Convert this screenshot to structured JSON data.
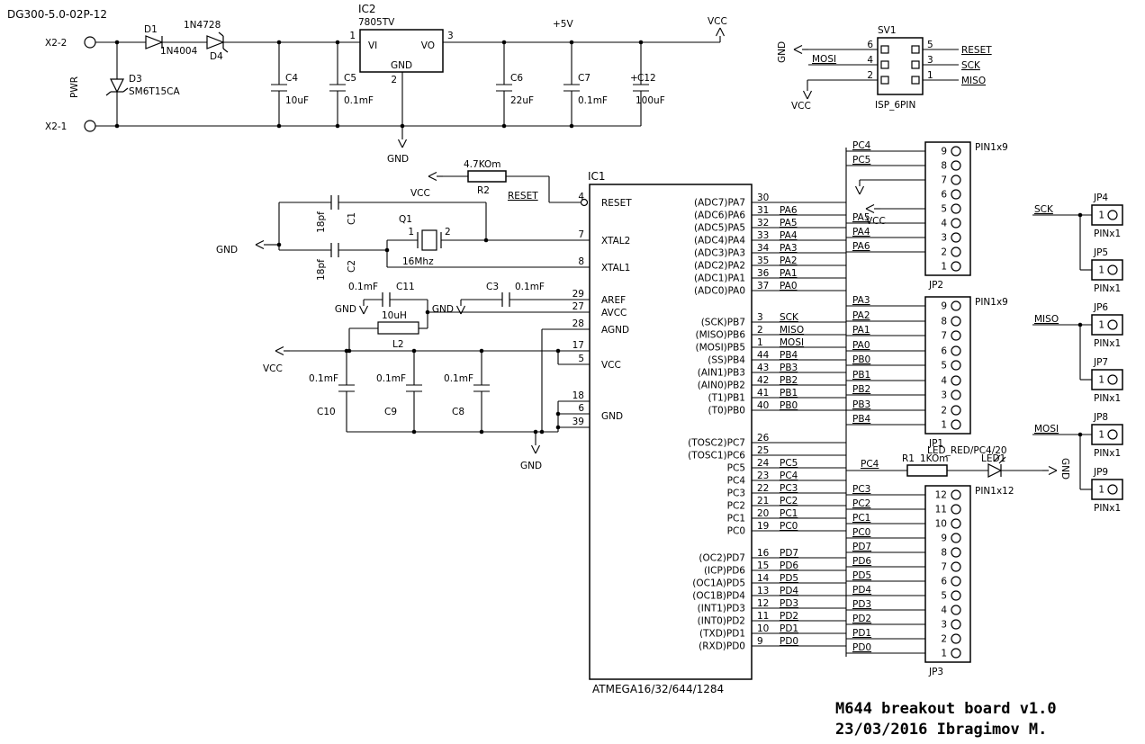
{
  "sheet": {
    "code": "DG300-5.0-02P-12",
    "title": "M644 breakout board v1.0",
    "date_author": "23/03/2016 Ibragimov M."
  },
  "power": {
    "x2_pin2_label": "X2-2",
    "x2_pin1_label": "X2-1",
    "pwr_label": "PWR",
    "plus5v_label": "+5V",
    "vcc_label": "VCC",
    "gnd_label": "GND",
    "d1": {
      "name": "D1",
      "value": "1N4004"
    },
    "d4": {
      "name": "D4",
      "value": "1N4728"
    },
    "d3": {
      "name": "D3",
      "value": "SM6T15CA"
    },
    "c4": {
      "name": "C4",
      "value": "10uF"
    },
    "c5": {
      "name": "C5",
      "value": "0.1mF"
    },
    "c6": {
      "name": "C6",
      "value": "22uF"
    },
    "c7": {
      "name": "C7",
      "value": "0.1mF"
    },
    "c12": {
      "name": "C12",
      "value": "100uF",
      "polarity": "+"
    },
    "ic2": {
      "name": "IC2",
      "value": "7805TV",
      "pin_vi": "VI",
      "pin_vo": "VO",
      "pin_gnd": "GND",
      "num_vi": "1",
      "num_gnd": "2",
      "num_vo": "3"
    }
  },
  "isp": {
    "name": "SV1",
    "value": "ISP_6PIN",
    "rows": [
      {
        "left_net": "GND",
        "left_pin": "6",
        "right_pin": "5",
        "right_net": "RESET"
      },
      {
        "left_net": "MOSI",
        "left_pin": "4",
        "right_pin": "3",
        "right_net": "SCK"
      },
      {
        "left_net": "VCC",
        "left_pin": "2",
        "right_pin": "1",
        "right_net": "MISO"
      }
    ]
  },
  "reset_circuit": {
    "name": "R2",
    "value": "4.7KOm",
    "vcc_label": "VCC",
    "net_label": "RESET"
  },
  "crystal": {
    "name": "Q1",
    "value": "16Mhz",
    "pin1": "1",
    "pin2": "2",
    "c1": {
      "name": "C1",
      "value": "18pf"
    },
    "c2": {
      "name": "C2",
      "value": "18pf"
    },
    "gnd_label": "GND"
  },
  "aref_circuit": {
    "c3": {
      "name": "C3",
      "value": "0.1mF"
    },
    "gnd_label": "GND"
  },
  "avcc_circuit": {
    "c11": {
      "name": "C11",
      "value": "0.1mF"
    },
    "l2": {
      "name": "L2",
      "value": "10uH"
    },
    "gnd_label": "GND"
  },
  "decoupling": {
    "vcc_label": "VCC",
    "gnd_label": "GND",
    "caps": [
      {
        "name": "C10",
        "value": "0.1mF"
      },
      {
        "name": "C9",
        "value": "0.1mF"
      },
      {
        "name": "C8",
        "value": "0.1mF"
      }
    ]
  },
  "ic1": {
    "name": "IC1",
    "part": "ATMEGA16/32/644/1284",
    "left_labels": [
      "RESET",
      "XTAL2",
      "XTAL1",
      "AREF",
      "AVCC",
      "AGND",
      "VCC",
      "GND"
    ],
    "left_pin_numbers": [
      "4",
      "7",
      "8",
      "29",
      "27",
      "28",
      "17",
      "5",
      "18",
      "6",
      "39"
    ],
    "port_a": [
      {
        "pin": "(ADC7)PA7",
        "num": "30",
        "net": ""
      },
      {
        "pin": "(ADC6)PA6",
        "num": "31",
        "net": "PA6"
      },
      {
        "pin": "(ADC5)PA5",
        "num": "32",
        "net": "PA5"
      },
      {
        "pin": "(ADC4)PA4",
        "num": "33",
        "net": "PA4"
      },
      {
        "pin": "(ADC3)PA3",
        "num": "34",
        "net": "PA3"
      },
      {
        "pin": "(ADC2)PA2",
        "num": "35",
        "net": "PA2"
      },
      {
        "pin": "(ADC1)PA1",
        "num": "36",
        "net": "PA1"
      },
      {
        "pin": "(ADC0)PA0",
        "num": "37",
        "net": "PA0"
      }
    ],
    "port_b": [
      {
        "pin": "(SCK)PB7",
        "num": "3",
        "net": "SCK"
      },
      {
        "pin": "(MISO)PB6",
        "num": "2",
        "net": "MISO"
      },
      {
        "pin": "(MOSI)PB5",
        "num": "1",
        "net": "MOSI"
      },
      {
        "pin": "(SS)PB4",
        "num": "44",
        "net": "PB4"
      },
      {
        "pin": "(AIN1)PB3",
        "num": "43",
        "net": "PB3"
      },
      {
        "pin": "(AIN0)PB2",
        "num": "42",
        "net": "PB2"
      },
      {
        "pin": "(T1)PB1",
        "num": "41",
        "net": "PB1"
      },
      {
        "pin": "(T0)PB0",
        "num": "40",
        "net": "PB0"
      }
    ],
    "port_c": [
      {
        "pin": "(TOSC2)PC7",
        "num": "26",
        "net": ""
      },
      {
        "pin": "(TOSC1)PC6",
        "num": "25",
        "net": ""
      },
      {
        "pin": "PC5",
        "num": "24",
        "net": "PC5"
      },
      {
        "pin": "PC4",
        "num": "23",
        "net": "PC4"
      },
      {
        "pin": "PC3",
        "num": "22",
        "net": "PC3"
      },
      {
        "pin": "PC2",
        "num": "21",
        "net": "PC2"
      },
      {
        "pin": "PC1",
        "num": "20",
        "net": "PC1"
      },
      {
        "pin": "PC0",
        "num": "19",
        "net": "PC0"
      }
    ],
    "port_d": [
      {
        "pin": "(OC2)PD7",
        "num": "16",
        "net": "PD7"
      },
      {
        "pin": "(ICP)PD6",
        "num": "15",
        "net": "PD6"
      },
      {
        "pin": "(OC1A)PD5",
        "num": "14",
        "net": "PD5"
      },
      {
        "pin": "(OC1B)PD4",
        "num": "13",
        "net": "PD4"
      },
      {
        "pin": "(INT1)PD3",
        "num": "12",
        "net": "PD3"
      },
      {
        "pin": "(INT0)PD2",
        "num": "11",
        "net": "PD2"
      },
      {
        "pin": "(TXD)PD1",
        "num": "10",
        "net": "PD1"
      },
      {
        "pin": "(RXD)PD0",
        "num": "9",
        "net": "PD0"
      }
    ]
  },
  "jp2": {
    "name": "JP2",
    "type": "PIN1x9",
    "pins": [
      {
        "num": "9",
        "net": "PC4"
      },
      {
        "num": "8",
        "net": "PC5"
      },
      {
        "num": "7",
        "net": "GND"
      },
      {
        "num": "6",
        "net": ""
      },
      {
        "num": "5",
        "net": "VCC"
      },
      {
        "num": "4",
        "net": "PA5"
      },
      {
        "num": "3",
        "net": "PA4"
      },
      {
        "num": "2",
        "net": "PA6"
      },
      {
        "num": "1",
        "net": ""
      }
    ]
  },
  "jp1": {
    "name": "JP1",
    "type": "PIN1x9",
    "pins": [
      {
        "num": "9",
        "net": "PA3"
      },
      {
        "num": "8",
        "net": "PA2"
      },
      {
        "num": "7",
        "net": "PA1"
      },
      {
        "num": "6",
        "net": "PA0"
      },
      {
        "num": "5",
        "net": "PB0"
      },
      {
        "num": "4",
        "net": "PB1"
      },
      {
        "num": "3",
        "net": "PB2"
      },
      {
        "num": "2",
        "net": "PB3"
      },
      {
        "num": "1",
        "net": "PB4"
      }
    ]
  },
  "jp3": {
    "name": "JP3",
    "type": "PIN1x12",
    "pins": [
      {
        "num": "12",
        "net": "PC3"
      },
      {
        "num": "11",
        "net": "PC2"
      },
      {
        "num": "10",
        "net": "PC1"
      },
      {
        "num": "9",
        "net": "PC0"
      },
      {
        "num": "8",
        "net": "PD7"
      },
      {
        "num": "7",
        "net": "PD6"
      },
      {
        "num": "6",
        "net": "PD5"
      },
      {
        "num": "5",
        "net": "PD4"
      },
      {
        "num": "4",
        "net": "PD3"
      },
      {
        "num": "3",
        "net": "PD2"
      },
      {
        "num": "2",
        "net": "PD1"
      },
      {
        "num": "1",
        "net": "PD0"
      }
    ]
  },
  "led_circuit": {
    "net_label": "PC4",
    "r1": {
      "name": "R1",
      "value": "1KOm"
    },
    "led": {
      "name": "LED1",
      "label": "LED_RED/PC4/20"
    },
    "gnd_label": "GND"
  },
  "headers": [
    {
      "name": "JP4",
      "type": "PINx1",
      "pin": "1",
      "net": "SCK"
    },
    {
      "name": "JP5",
      "type": "PINx1",
      "pin": "1",
      "net": ""
    },
    {
      "name": "JP6",
      "type": "PINx1",
      "pin": "1",
      "net": "MISO"
    },
    {
      "name": "JP7",
      "type": "PINx1",
      "pin": "1",
      "net": ""
    },
    {
      "name": "JP8",
      "type": "PINx1",
      "pin": "1",
      "net": "MOSI"
    },
    {
      "name": "JP9",
      "type": "PINx1",
      "pin": "1",
      "net": ""
    }
  ]
}
